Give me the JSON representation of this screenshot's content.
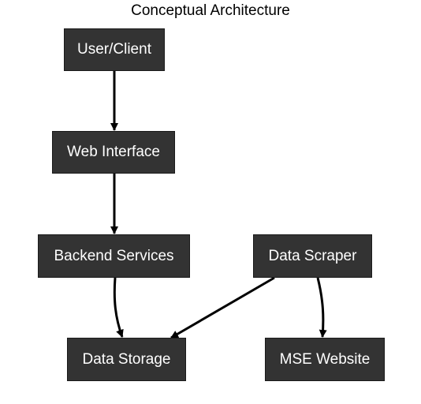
{
  "diagram": {
    "title": "Conceptual Architecture",
    "nodes": {
      "user_client": "User/Client",
      "web_interface": "Web Interface",
      "backend_services": "Backend Services",
      "data_scraper": "Data Scraper",
      "data_storage": "Data Storage",
      "mse_website": "MSE Website"
    },
    "edges": [
      {
        "from": "User/Client",
        "to": "Web Interface"
      },
      {
        "from": "Web Interface",
        "to": "Backend Services"
      },
      {
        "from": "Backend Services",
        "to": "Data Storage"
      },
      {
        "from": "Data Scraper",
        "to": "Data Storage"
      },
      {
        "from": "Data Scraper",
        "to": "MSE Website"
      }
    ],
    "colors": {
      "node_fill": "#333333",
      "node_text": "#ffffff",
      "edge": "#000000"
    }
  }
}
